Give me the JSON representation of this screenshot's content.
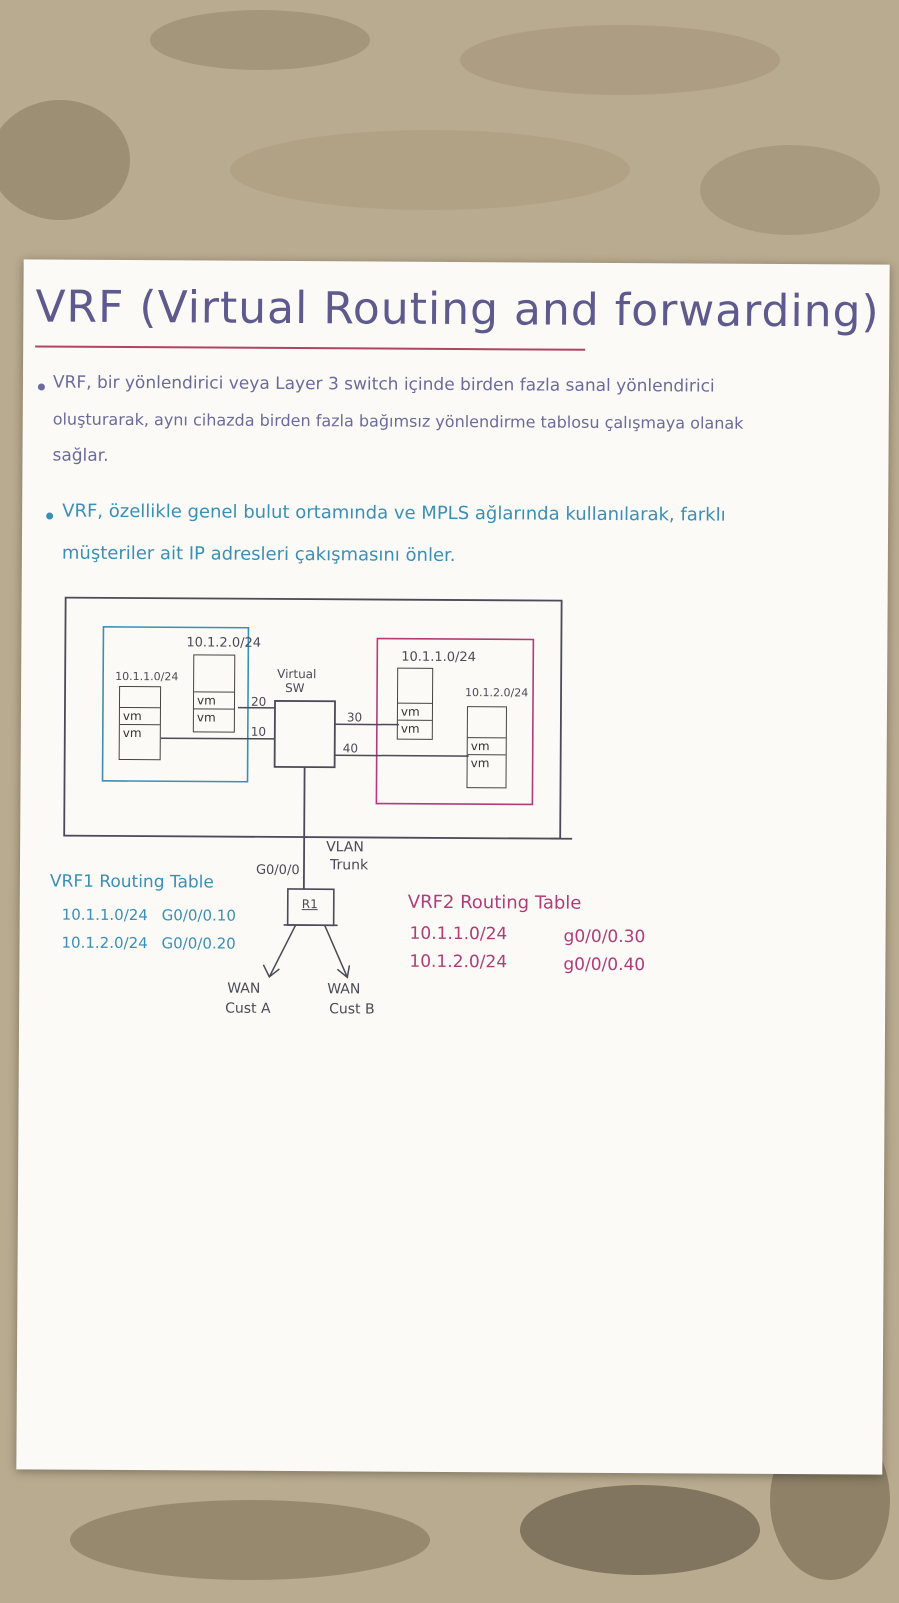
{
  "title": "VRF (Virtual Routing and forwarding)",
  "paragraph1": {
    "line1": "VRF, bir yönlendirici veya Layer 3 switch içinde birden fazla sanal yönlendirici",
    "line2": "oluşturarak, aynı cihazda birden fazla bağımsız yönlendirme tablosu çalışmaya olanak",
    "line3": "sağlar."
  },
  "paragraph2": {
    "line1": "VRF, özellikle genel bulut ortamında ve MPLS ağlarında kullanılarak, farklı",
    "line2": "müşteriler ait IP adresleri çakışmasını önler."
  },
  "diagram": {
    "left_subnet_1": "10.1.1.0/24",
    "left_subnet_2": "10.1.2.0/24",
    "right_subnet_1": "10.1.1.0/24",
    "right_subnet_2": "10.1.2.0/24",
    "vm_label": "vm",
    "vswitch_label_1": "Virtual",
    "vswitch_label_2": "SW",
    "port_20": "20",
    "port_10": "10",
    "port_30": "30",
    "port_40": "40",
    "trunk_label_1": "VLAN",
    "trunk_label_2": "Trunk",
    "router_port": "G0/0/0",
    "router_label": "R1",
    "wan_a_1": "WAN",
    "wan_a_2": "Cust A",
    "wan_b_1": "WAN",
    "wan_b_2": "Cust B"
  },
  "vrf1": {
    "title": "VRF1 Routing Table",
    "rows": [
      {
        "net": "10.1.1.0/24",
        "iface": "G0/0/0.10"
      },
      {
        "net": "10.1.2.0/24",
        "iface": "G0/0/0.20"
      }
    ]
  },
  "vrf2": {
    "title": "VRF2 Routing Table",
    "rows": [
      {
        "net": "10.1.1.0/24",
        "iface": "g0/0/0.30"
      },
      {
        "net": "10.1.2.0/24",
        "iface": "g0/0/0.40"
      }
    ]
  },
  "colors": {
    "ink_purple": "#6b6a9c",
    "ink_blue": "#3a8fb8",
    "ink_pink": "#b03d78",
    "ink_black": "#4a4a58"
  }
}
